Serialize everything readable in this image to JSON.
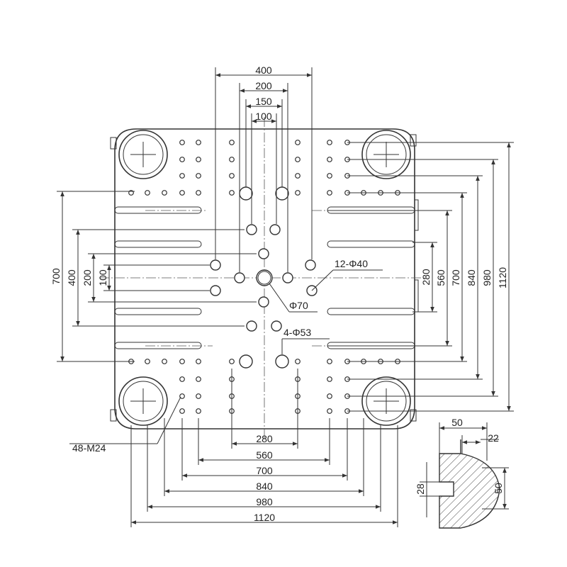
{
  "drawing": {
    "top_dims": [
      "400",
      "200",
      "150",
      "100"
    ],
    "bottom_dims": [
      "280",
      "560",
      "700",
      "840",
      "980",
      "1120"
    ],
    "left_dims": [
      "700",
      "400",
      "200",
      "100"
    ],
    "right_dims": [
      "280",
      "560",
      "700",
      "840",
      "980",
      "1120"
    ],
    "notes": {
      "holes_40": "12-Φ40",
      "center_70": "Φ70",
      "holes_53": "4-Φ53",
      "thread": "48-M24"
    },
    "detail_dims": {
      "top_outer": "50",
      "top_inner": "22",
      "left": "28",
      "right": "50"
    }
  }
}
